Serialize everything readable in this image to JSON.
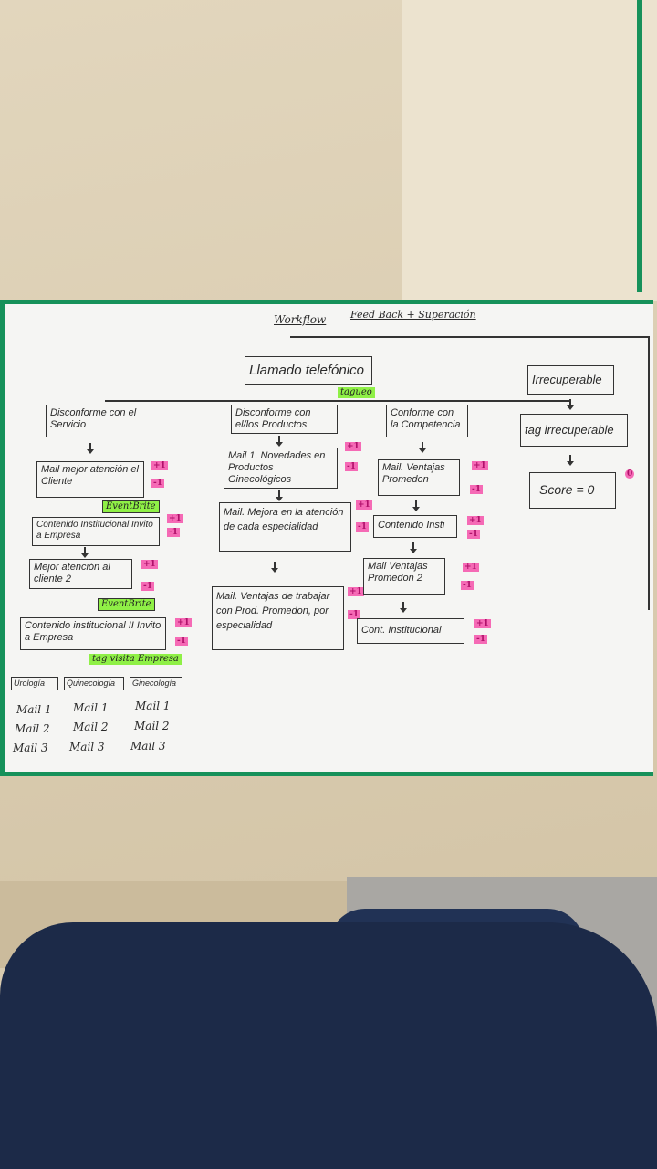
{
  "title": {
    "left": "Workflow",
    "right": "Feed Back + Superación"
  },
  "root": "Llamado telefónico",
  "root_tag": "tagueo",
  "branches": {
    "servicio": {
      "header": "Disconforme con el Servicio",
      "steps": [
        "Mail mejor atención el Cliente",
        "Contenido Institucional Invito a Empresa",
        "Mejor atención al cliente 2",
        "Contenido institucional II Invito a Empresa"
      ],
      "eventbrite": "EventBrite",
      "tag": "tag visita Empresa"
    },
    "productos": {
      "header": "Disconforme con el/los Productos",
      "steps": [
        "Mail 1. Novedades en Productos Ginecológicos",
        "Mail. Mejora en la atención de cada especialidad",
        "Mail. Ventajas de trabajar con Prod. Promedon, por especialidad"
      ]
    },
    "competencia": {
      "header": "Conforme con la Competencia",
      "steps": [
        "Mail. Ventajas Promedon",
        "Contenido Insti",
        "Mail Ventajas Promedon 2",
        "Cont. Institucional"
      ]
    },
    "irrecuperable": {
      "header": "Irrecuperable",
      "steps": [
        "tag irrecuperable",
        "Score = 0"
      ],
      "score_badge": "0"
    }
  },
  "score": {
    "plus": "+1",
    "minus": "-1"
  },
  "specialties": [
    {
      "name": "Urología",
      "mails": [
        "Mail 1",
        "Mail 2",
        "Mail 3"
      ]
    },
    {
      "name": "Quinecología",
      "mails": [
        "Mail 1",
        "Mail 2",
        "Mail 3"
      ]
    },
    {
      "name": "Ginecología",
      "mails": [
        "Mail 1",
        "Mail 2",
        "Mail 3"
      ]
    }
  ],
  "colors": {
    "border": "#16915a",
    "highlight": "#8ff046",
    "marker": "#f56ab5"
  }
}
